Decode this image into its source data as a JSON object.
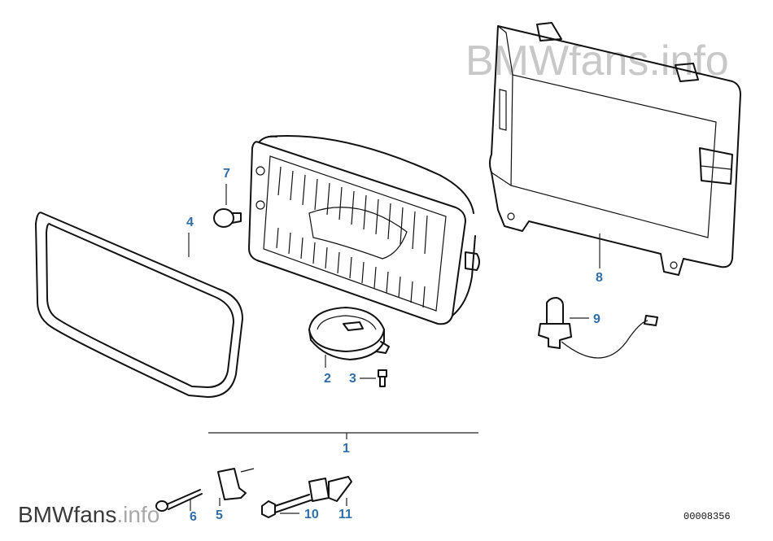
{
  "watermark": {
    "brand": "BMWfans",
    "suffix": ".info"
  },
  "callouts": {
    "c1": "1",
    "c2": "2",
    "c3": "3",
    "c4": "4",
    "c5": "5",
    "c6": "6",
    "c7": "7",
    "c8": "8",
    "c9": "9",
    "c10": "10",
    "c11": "11"
  },
  "diagram_id": "00008356",
  "colors": {
    "callout": "#2f6ea8",
    "line": "#111111",
    "watermark": "#c8c8c8"
  },
  "parts": [
    "fog-light-housing-assembly",
    "bracket-ring",
    "screw",
    "gasket",
    "clip-nut",
    "self-tapping-screw",
    "cap",
    "mounting-frame",
    "bulb-with-wire",
    "hex-bolt",
    "expanding-nut"
  ]
}
